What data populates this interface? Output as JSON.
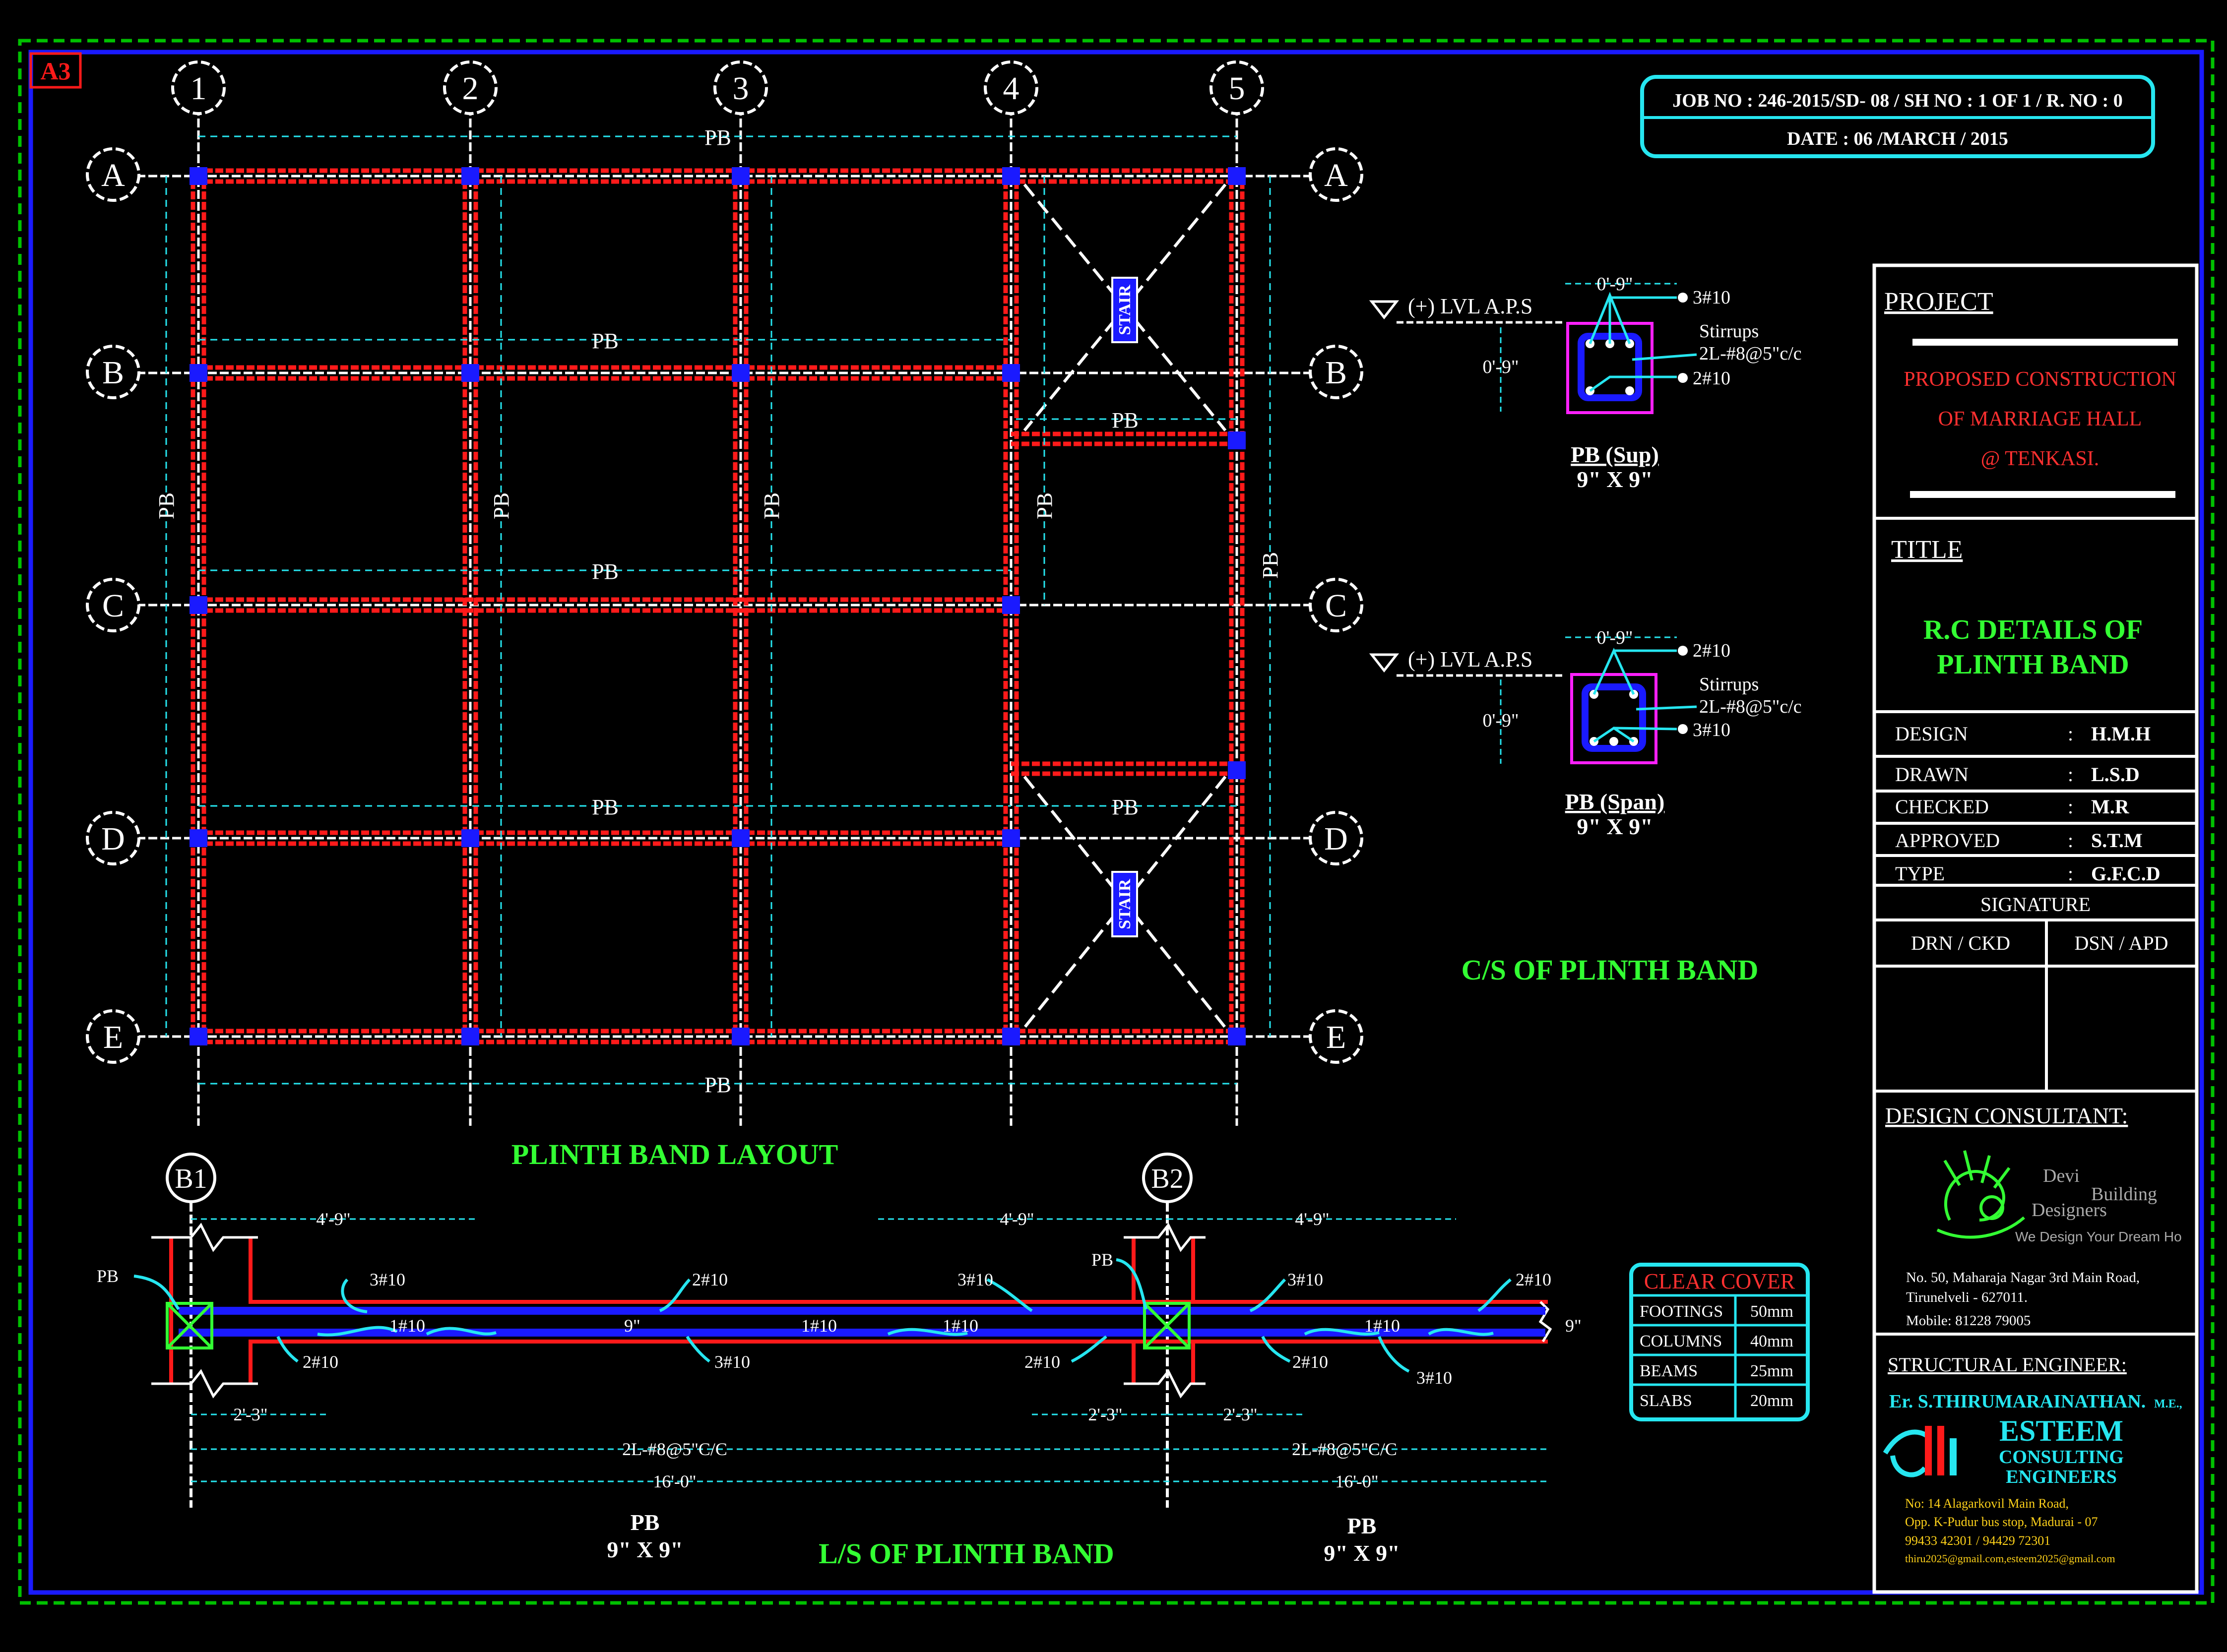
{
  "sheet": {
    "size_tag": "A3"
  },
  "header": {
    "job_line": "JOB NO : 246-2015/SD- 08 / SH NO : 1 OF 1 / R. NO : 0",
    "date_line": "DATE : 06 /MARCH / 2015"
  },
  "grid": {
    "columns": [
      "1",
      "2",
      "3",
      "4",
      "5"
    ],
    "rows": [
      "A",
      "B",
      "C",
      "D",
      "E"
    ]
  },
  "layout": {
    "title": "PLINTH BAND LAYOUT",
    "band_label": "PB",
    "stair_label": "STAIR"
  },
  "cross_sections": {
    "title": "C/S OF PLINTH BAND",
    "level_label": "(+) LVL A.P.S",
    "width_dim": "0'-9\"",
    "depth_dim": "0'-9\"",
    "stirrups_label": "Stirrups",
    "stirrups_spec": "2L-#8@5\"c/c",
    "support": {
      "name": "PB (Sup)",
      "size": "9\" X 9\"",
      "top_bars": "3#10",
      "bottom_bars": "2#10"
    },
    "span": {
      "name": "PB (Span)",
      "size": "9\" X 9\"",
      "top_bars": "2#10",
      "bottom_bars": "3#10"
    }
  },
  "long_section": {
    "title": "L/S OF PLINTH BAND",
    "support_tags": [
      "B1",
      "B2"
    ],
    "dims": {
      "d4_9": "4'-9\"",
      "d2_3": "2'-3\"",
      "stirrup_spacing": "2L-#8@5\"C/C",
      "total": "16'-0\"",
      "depth": "9\""
    },
    "bars": {
      "b3": "3#10",
      "b2": "2#10",
      "b1": "1#10"
    },
    "pb_label": "PB",
    "section_names": [
      "PB",
      "PB"
    ],
    "section_sizes": [
      "9\" X 9\"",
      "9\" X 9\""
    ]
  },
  "clear_cover": {
    "title": "CLEAR COVER",
    "rows": [
      {
        "item": "FOOTINGS",
        "value": "50mm"
      },
      {
        "item": "COLUMNS",
        "value": "40mm"
      },
      {
        "item": "BEAMS",
        "value": "25mm"
      },
      {
        "item": "SLABS",
        "value": "20mm"
      }
    ]
  },
  "title_block": {
    "project_heading": "PROJECT",
    "project_lines": [
      "PROPOSED CONSTRUCTION",
      "OF MARRIAGE HALL",
      "@ TENKASI."
    ],
    "title_heading": "TITLE",
    "title_lines": [
      "R.C DETAILS OF",
      "PLINTH BAND"
    ],
    "roles": [
      {
        "role": "DESIGN",
        "sep": ":",
        "name": "H.M.H"
      },
      {
        "role": "DRAWN",
        "sep": ":",
        "name": "L.S.D"
      },
      {
        "role": "CHECKED",
        "sep": ":",
        "name": "M.R"
      },
      {
        "role": "APPROVED",
        "sep": ":",
        "name": "S.T.M"
      },
      {
        "role": "TYPE",
        "sep": ":",
        "name": "G.F.C.D"
      }
    ],
    "signature_heading": "SIGNATURE",
    "signature_cols": [
      "DRN / CKD",
      "DSN / APD"
    ],
    "consultant_heading": "DESIGN CONSULTANT:",
    "consultant_logo": [
      "Devi",
      "Building",
      "Designers"
    ],
    "consultant_tagline": "We Design  Your  Dream  Ho",
    "consultant_address": [
      "No. 50, Maharaja Nagar 3rd Main Road,",
      "Tirunelveli - 627011.",
      "Mobile: 81228 79005"
    ],
    "engineer_heading": "STRUCTURAL ENGINEER:",
    "engineer_name": "Er. S.THIRUMARAINATHAN.",
    "engineer_degree": "M.E.,",
    "firm_lines": [
      "ESTEEM",
      "CONSULTING",
      "ENGINEERS"
    ],
    "firm_address": [
      "No: 14 Alagarkovil Main Road,",
      "Opp. K-Pudur bus stop, Madurai - 07",
      "99433 42301 / 94429 72301",
      "thiru2025@gmail.com,esteem2025@gmail.com"
    ]
  },
  "colors": {
    "background": "#000000",
    "border_green": "#00c000",
    "frame_blue": "#1a1aff",
    "beam_red": "#ff1a1a",
    "accent_cyan": "#26e6f0",
    "label_green": "#33ff33",
    "project_red": "#ff3030",
    "magenta": "#ff20ff"
  }
}
